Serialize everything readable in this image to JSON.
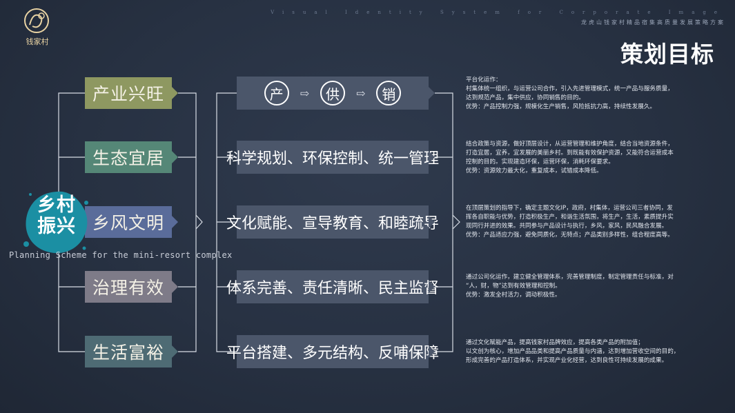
{
  "logo": {
    "text": "钱家村"
  },
  "header": {
    "en_title": "Visual Identity System for Corporate Image",
    "cn_subtitle": "龙虎山钱家村精品宿集高质量发展策略方案",
    "page_title": "策划目标"
  },
  "badge": {
    "line1": "乡村",
    "line2": "振兴"
  },
  "overlay_caption": "Planning Scheme for the mini-resort complex",
  "categories": [
    {
      "label": "产业兴旺",
      "color": "#8e9861"
    },
    {
      "label": "生态宜居",
      "color": "#558777"
    },
    {
      "label": "乡风文明",
      "color": "#5a6c9a"
    },
    {
      "label": "治理有效",
      "color": "#7e7b88"
    },
    {
      "label": "生活富裕",
      "color": "#4e6b74"
    }
  ],
  "chain": {
    "words": [
      "产",
      "供",
      "销"
    ]
  },
  "middle": [
    "科学规划、环保控制、统一管理",
    "文化赋能、宣导教育、和睦疏导",
    "体系完善、责任清晰、民主监督",
    "平台搭建、多元结构、反哺保障"
  ],
  "descriptions": [
    {
      "lines": [
        "平台化运作：",
        "村集体统一组织，与运营公司合作，引入先进管理模式，统一产品与服务质量，",
        "达到规范产品，集中供应，协同销售的目的。",
        "优势：产品控制力强，规模化生产销售，风险抵抗力高，持续性发展久。"
      ]
    },
    {
      "lines": [
        "结合政策与资源，做好顶层设计，从运营管理和维护角度，结合当地资源条件，",
        "打造宜居，宜养，宜发展的美丽乡村。到既能有效保护资源，又能符合运营成本",
        "控制的目的。实现建造环保，运营环保，消耗环保要求。",
        "优势：资源效力最大化，重复成本，试错成本降低。"
      ]
    },
    {
      "lines": [
        "在顶层策划的指导下，确定主题文化IP，政府，村集体，运营公司三者协同，发",
        "挥各自职能与优势，打造积极生产，和谐生活氛围，将生产，生活，素质提升实",
        "现同行并进的效果。共同参与产品设计与执行，乡风，家风，民风融合发展。",
        "优势：产品适应力强，避免同质化，无特点；产品类别多样性，组合程度高等。"
      ]
    },
    {
      "lines": [
        "通过公司化运作，建立健全管理体系，完善管理制度，制定管理责任与标准，对",
        "“人，财，物”达到有效管理和控制。",
        "优势：激发全村活力，调动积极性。"
      ]
    },
    {
      "lines": [
        "通过文化赋能产品，提高钱家村品牌效应，提高各类产品的附加值；",
        "以文创为核心，增加产品品类和提高产品质量与内涵，达到增加营收空间的目的，",
        "形成完善的产品打造体系，并实现产业化经营，达到良性可持续发展的成果。"
      ]
    }
  ],
  "colors": {
    "middle_box": "#4b566a",
    "badge": "#1b8fa3",
    "line": "#d9dee6"
  },
  "icons": [
    "logo-emblem",
    "ink-splash-badge",
    "chevron-right-icon",
    "arrow-right-icon"
  ]
}
